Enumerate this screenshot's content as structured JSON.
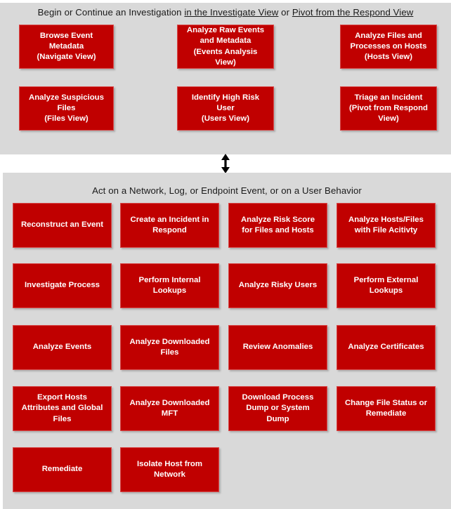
{
  "diagram": {
    "title": "Investigate and Respond Workflow",
    "background_color": "#ffffff",
    "panel_color": "#d9d9d9",
    "box_color": "#c00000",
    "box_text_color": "#ffffff"
  },
  "investigate_panel": {
    "heading": {
      "part1": "Begin or Continue an Investigation ",
      "link1": "in the Investigate View",
      "part2": " or ",
      "link2": "Pivot from the Respond View"
    },
    "boxes": [
      {
        "label": "Browse Event\nMetadata\n(Navigate View)"
      },
      {
        "label": "Analyze Raw Events\nand Metadata\n(Events Analysis\nView)"
      },
      {
        "label": "Analyze Files and\nProcesses on Hosts\n(Hosts View)"
      },
      {
        "label": "Analyze Suspicious\nFiles\n(Files View)"
      },
      {
        "label": "Identify High Risk\nUser\n(Users View)"
      },
      {
        "label": "Triage an Incident\n(Pivot from Respond\nView)"
      }
    ]
  },
  "connector": {
    "icon": "double-headed-vertical-arrow"
  },
  "act_panel": {
    "heading": "Act on a Network, Log, or Endpoint Event, or on a User Behavior",
    "boxes": [
      {
        "label": "Reconstruct an Event"
      },
      {
        "label": "Create an Incident in\nRespond"
      },
      {
        "label": "Analyze Risk Score\nfor Files and Hosts"
      },
      {
        "label": "Analyze Hosts/Files\nwith File Acitivty"
      },
      {
        "label": "Investigate Process"
      },
      {
        "label": "Perform Internal\nLookups"
      },
      {
        "label": "Analyze Risky Users"
      },
      {
        "label": "Perform External\nLookups"
      },
      {
        "label": "Analyze Events"
      },
      {
        "label": "Analyze Downloaded\nFiles"
      },
      {
        "label": "Review Anomalies"
      },
      {
        "label": "Analyze Certificates"
      },
      {
        "label": "Export Hosts\nAttributes and Global\nFiles"
      },
      {
        "label": "Analyze Downloaded\nMFT"
      },
      {
        "label": "Download Process\nDump or System\nDump"
      },
      {
        "label": "Change File Status or\nRemediate"
      },
      {
        "label": "Remediate"
      },
      {
        "label": "Isolate Host from\nNetwork"
      }
    ]
  }
}
